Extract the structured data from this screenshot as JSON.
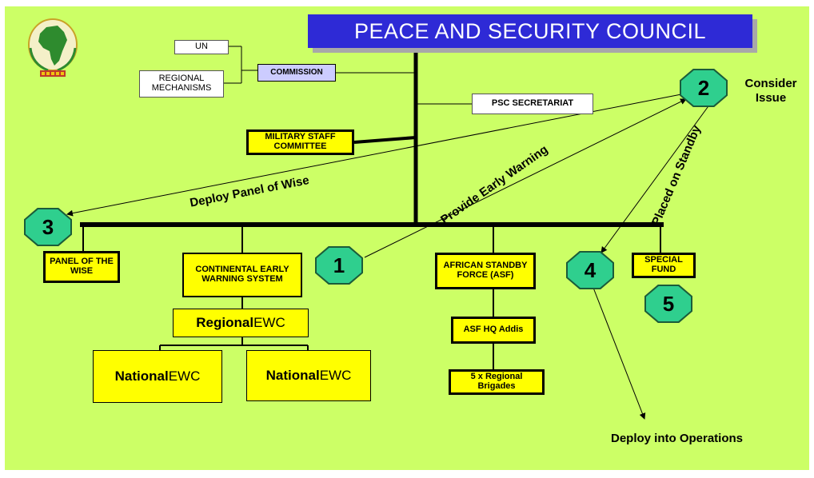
{
  "title": "PEACE AND SECURITY COUNCIL",
  "boxes": {
    "un": "UN",
    "regional_mechanisms": "REGIONAL MECHANISMS",
    "commission": "COMMISSION",
    "psc_secretariat": "PSC SECRETARIAT",
    "military_staff_committee": "MILITARY STAFF COMMITTEE",
    "panel_of_the_wise": "PANEL OF THE WISE",
    "continental_early_warning_system": "CONTINENTAL EARLY WARNING SYSTEM",
    "regional_ewc_bold": "Regional",
    "regional_ewc_normal": " EWC",
    "national_ewc_1_bold": "National",
    "national_ewc_1_normal": " EWC",
    "national_ewc_2_bold": "National",
    "national_ewc_2_normal": " EWC",
    "african_standby_force": "AFRICAN STANDBY FORCE (ASF)",
    "asf_hq_addis": "ASF HQ Addis",
    "regional_brigades": "5 x Regional Brigades",
    "special_fund": "SPECIAL FUND"
  },
  "steps": {
    "one": "1",
    "two": "2",
    "three": "3",
    "four": "4",
    "five": "5"
  },
  "labels": {
    "consider_issue": "Consider Issue",
    "deploy_panel_of_wise": "Deploy Panel of Wise",
    "provide_early_warning": "Provide Early Warning",
    "placed_on_standby": "Placed on Standby",
    "deploy_into_operations": "Deploy into Operations"
  },
  "colors": {
    "background": "#ccff66",
    "title_bg": "#2e2ad6",
    "box_yellow": "#ffff00",
    "commission_bg": "#ccccff",
    "step_octagon": "#2fcf8e"
  },
  "logo": {
    "icon": "african-union-emblem"
  }
}
